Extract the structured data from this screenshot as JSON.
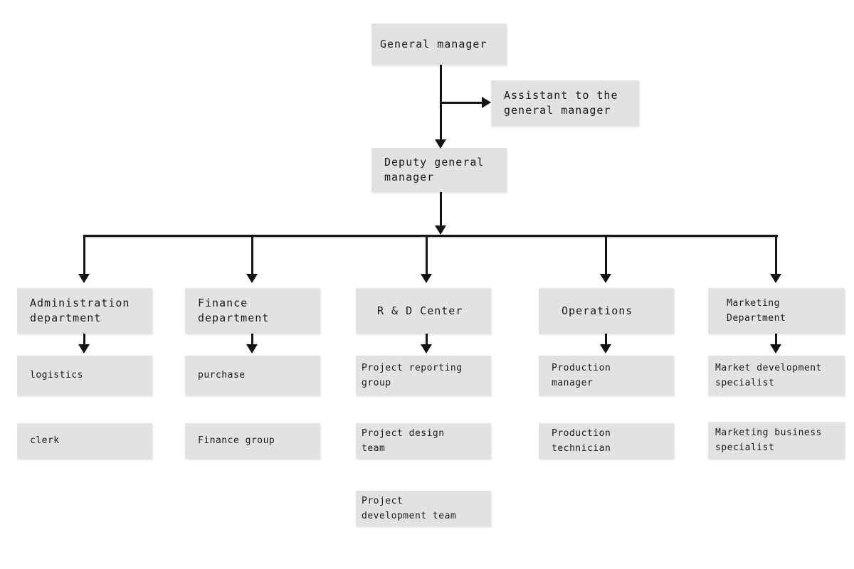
{
  "palette": {
    "box_bg": "#e2e2e2",
    "line_color": "#141414",
    "page_bg": "#ffffff"
  },
  "org_chart": {
    "general_manager": "General manager",
    "assistant": "Assistant to the\ngeneral manager",
    "deputy_general_manager": "Deputy general\nmanager",
    "departments": [
      {
        "name": "Administration\ndepartment",
        "subordinates": [
          "logistics",
          "clerk"
        ]
      },
      {
        "name": "Finance\ndepartment",
        "subordinates": [
          "purchase",
          "Finance group"
        ]
      },
      {
        "name": "R & D Center",
        "subordinates": [
          "Project reporting\ngroup",
          "Project design\nteam",
          "Project\ndevelopment team"
        ]
      },
      {
        "name": "Operations",
        "subordinates": [
          "Production\nmanager",
          "Production\ntechnician"
        ]
      },
      {
        "name": "Marketing\nDepartment",
        "subordinates": [
          "Market development\nspecialist",
          "Marketing business\nspecialist"
        ]
      }
    ]
  }
}
